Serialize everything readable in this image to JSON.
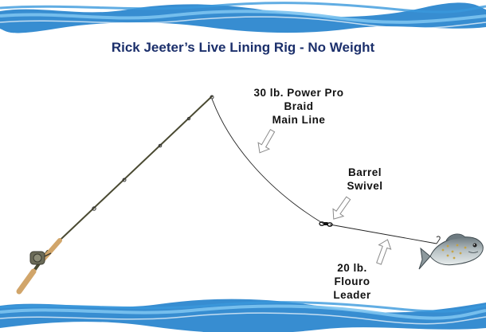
{
  "title": "Rick Jeeter’s Live Lining Rig - No Weight",
  "labels": {
    "main_line": [
      "30 lb. Power Pro",
      "Braid",
      "Main Line"
    ],
    "swivel": [
      "Barrel",
      "Swivel"
    ],
    "leader": [
      "20 lb.",
      "Flouro",
      "Leader"
    ]
  },
  "icons": [
    "water-wave-band-top",
    "water-wave-band-bottom",
    "fishing-rod-icon",
    "reel-icon",
    "barrel-swivel-icon",
    "bait-fish-icon",
    "arrow-icon"
  ],
  "colors": {
    "title": "#1b2f6b",
    "water_dark": "#1479c9",
    "water_light": "#7cc3f0",
    "rod": "#4a4a32",
    "cork": "#d1a56a"
  }
}
